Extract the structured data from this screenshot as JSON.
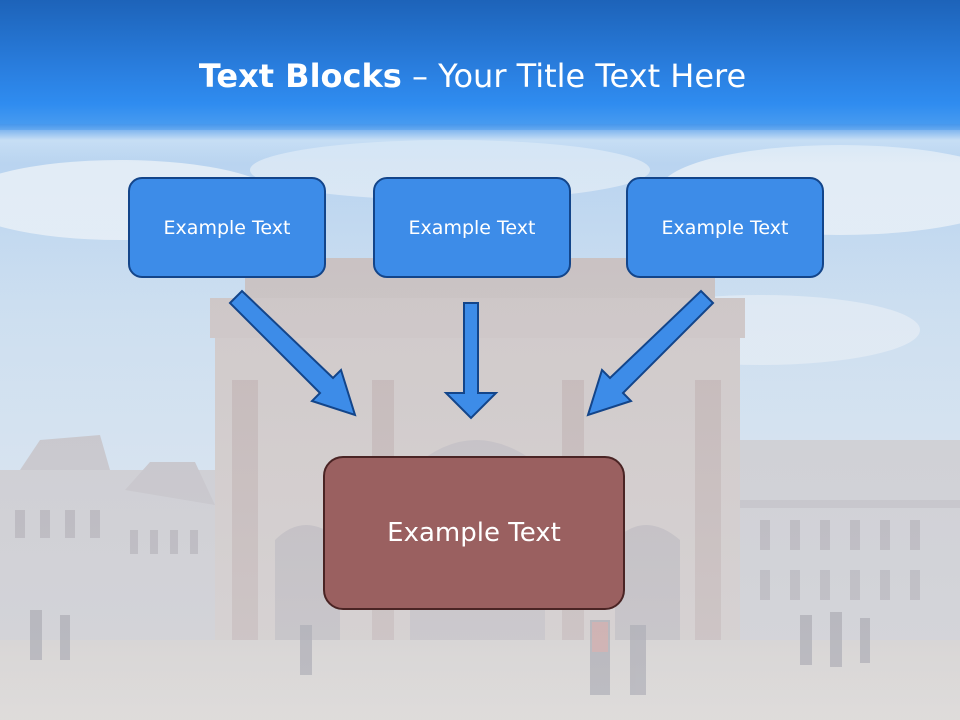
{
  "title": {
    "bold": "Text Blocks",
    "rest": "– Your Title Text Here"
  },
  "blocks": [
    {
      "label": "Example Text"
    },
    {
      "label": "Example Text"
    },
    {
      "label": "Example Text"
    }
  ],
  "main_block": {
    "label": "Example Text"
  },
  "colors": {
    "title_band": "#2a7fe0",
    "box_fill": "#3d8ce8",
    "box_border": "#13458a",
    "main_fill": "#9a6060",
    "main_border": "#4a2424",
    "arrow_fill": "#3d8ce8"
  }
}
